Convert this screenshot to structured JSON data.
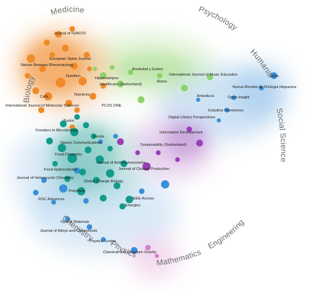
{
  "colors": {
    "medicine": "#f08a28",
    "health": "#8ed36a",
    "humanities": "#3a8fd8",
    "social": "#9a3fb8",
    "chemistry": "#129a8c",
    "physics": "#d880c8"
  },
  "disciplines": {
    "medicine": "Medicine",
    "psychology": "Psychology",
    "humanities": "Humanities",
    "social_sciences": "Social Sciences",
    "biology": "Biology",
    "engineering": "Engineering",
    "mathematics": "Mathematics",
    "physics": "Physics",
    "chemistry": "Chemistry"
  },
  "journals": {
    "j01": "Journal of ISAKOS",
    "j02": "European Spine Journal",
    "j03": "Nature Reviews Rheumatology",
    "j04": "Nutrition",
    "j05": "Nutrients",
    "j06": "Cells",
    "j07": "International Journal of Molecular Sciences",
    "j08": "PLOS ONE",
    "j09": "Hippocampus",
    "j10": "Healthcare (Switzerland)",
    "j11": "Ansiedad y Estres",
    "j12": "Retos",
    "j13": "International Journal of Music Education",
    "j14": "Lexis",
    "j15": "Nueva Revista de Filologia Hispanica",
    "j16": "Open Insight",
    "j17": "Artseduca",
    "j18": "Estudios Fronterizos",
    "j19": "Digital Library Perspectives",
    "j20": "Information Development",
    "j21": "Sustainability (Switzerland)",
    "j22": "Toxins",
    "j23": "Frontiers in Microbiology",
    "j24": "Foods",
    "j25": "Nature Communications",
    "j26": "Food Chemistry",
    "j27": "Journal of Arid Environments",
    "j28": "Journal of Cleaner Production",
    "j29": "Food Hydrocolloids",
    "j30": "Journal of Heterocyclic Chemistry",
    "j31": "Global Change Biology",
    "j32": "Polymers",
    "j33": "IEEE Access",
    "j34": "RSC Advances",
    "j35": "Energies",
    "j36": "Optical Materials",
    "j37": "Journal of Alloys and Compounds",
    "j38": "Physica Scripta",
    "j39": "Classical and Quantum Gravity"
  }
}
